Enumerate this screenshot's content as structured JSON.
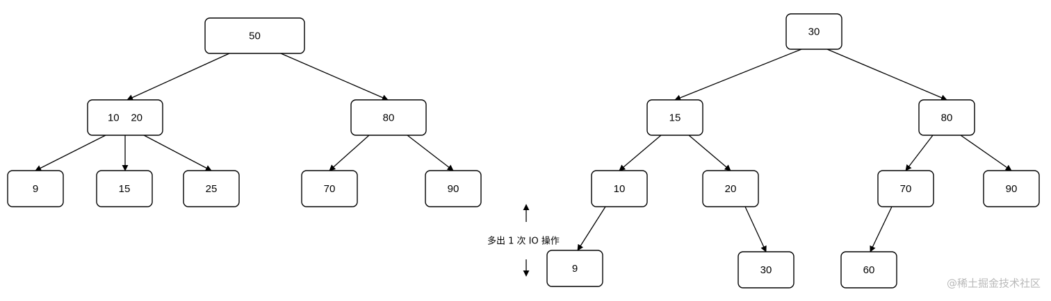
{
  "trees": [
    {
      "nodes": [
        {
          "id": "L50",
          "label": "50"
        },
        {
          "id": "L1020",
          "label": "10    20"
        },
        {
          "id": "L80",
          "label": "80"
        },
        {
          "id": "L9",
          "label": "9"
        },
        {
          "id": "L15",
          "label": "15"
        },
        {
          "id": "L25",
          "label": "25"
        },
        {
          "id": "L70",
          "label": "70"
        },
        {
          "id": "L90",
          "label": "90"
        }
      ],
      "edges": [
        [
          "L50",
          "L1020"
        ],
        [
          "L50",
          "L80"
        ],
        [
          "L1020",
          "L9"
        ],
        [
          "L1020",
          "L15"
        ],
        [
          "L1020",
          "L25"
        ],
        [
          "L80",
          "L70"
        ],
        [
          "L80",
          "L90"
        ]
      ]
    },
    {
      "nodes": [
        {
          "id": "R30",
          "label": "30"
        },
        {
          "id": "R15",
          "label": "15"
        },
        {
          "id": "R80",
          "label": "80"
        },
        {
          "id": "R10",
          "label": "10"
        },
        {
          "id": "R20",
          "label": "20"
        },
        {
          "id": "R70",
          "label": "70"
        },
        {
          "id": "R90",
          "label": "90"
        },
        {
          "id": "R9",
          "label": "9"
        },
        {
          "id": "R30b",
          "label": "30"
        },
        {
          "id": "R60",
          "label": "60"
        }
      ],
      "edges": [
        [
          "R30",
          "R15"
        ],
        [
          "R30",
          "R80"
        ],
        [
          "R15",
          "R10"
        ],
        [
          "R15",
          "R20"
        ],
        [
          "R80",
          "R70"
        ],
        [
          "R80",
          "R90"
        ],
        [
          "R10",
          "R9"
        ],
        [
          "R20",
          "R30b"
        ],
        [
          "R70",
          "R60"
        ]
      ]
    }
  ],
  "annotation": {
    "text": "多出 1 次 IO 操作"
  },
  "watermark": {
    "text": "@稀土掘金技术社区"
  }
}
